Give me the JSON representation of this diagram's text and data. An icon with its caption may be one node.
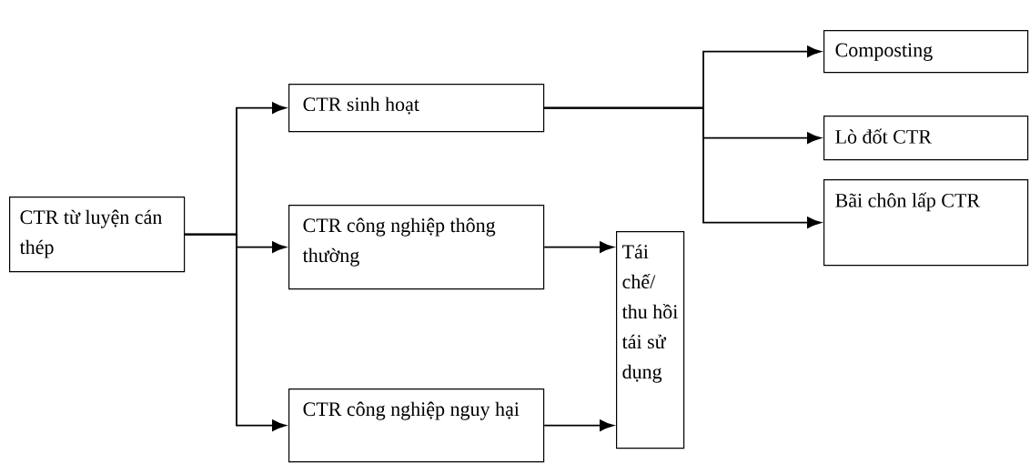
{
  "diagram": {
    "nodes": [
      {
        "text": [
          "CTR từ luyện cán thép"
        ]
      },
      {
        "text": [
          "CTR sinh hoạt"
        ]
      },
      {
        "text": [
          "CTR công nghiệp thông thường"
        ]
      },
      {
        "text": [
          "CTR công nghiệp nguy hại"
        ]
      },
      {
        "text": [
          "Tái chế/ thu hồi tái sử dụng"
        ]
      },
      {
        "text": [
          "Composting"
        ]
      },
      {
        "text": [
          "Lò đốt CTR"
        ]
      },
      {
        "text": [
          "Bãi chôn lấp CTR"
        ]
      }
    ],
    "edges": [
      {
        "from": 0,
        "to": 1,
        "arrow": "to"
      },
      {
        "from": 0,
        "to": 2,
        "arrow": "to"
      },
      {
        "from": 0,
        "to": 3,
        "arrow": "to"
      },
      {
        "from": 1,
        "to": 5,
        "arrow": "to"
      },
      {
        "from": 1,
        "to": 6,
        "arrow": "to"
      },
      {
        "from": 1,
        "to": 7,
        "arrow": "to"
      },
      {
        "from": 2,
        "to": 4,
        "arrow": "to"
      },
      {
        "from": 3,
        "to": 4,
        "arrow": "to"
      }
    ]
  }
}
